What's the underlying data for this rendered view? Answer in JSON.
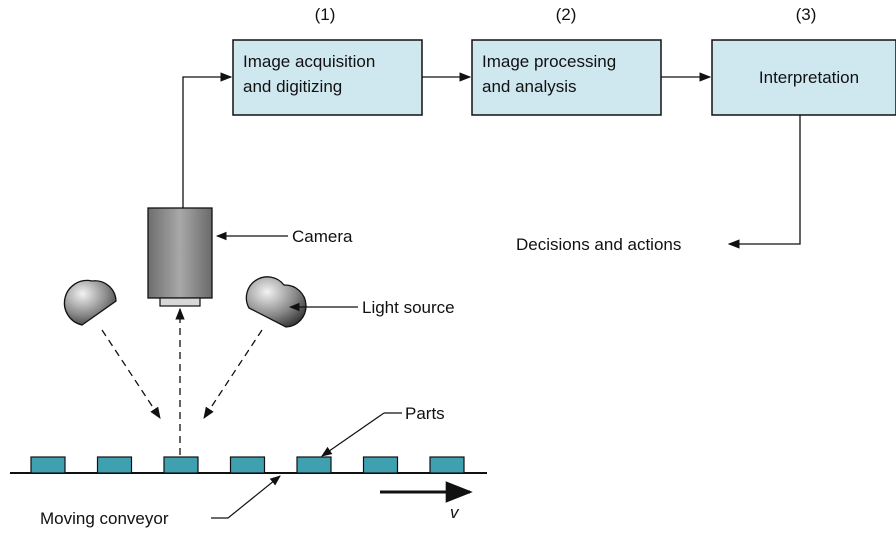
{
  "colors": {
    "box_fill": "#cfe8f0",
    "part_fill": "#3fa0b0",
    "ink": "#111111"
  },
  "steps": [
    {
      "number": "(1)",
      "label_lines": [
        "Image acquisition",
        "and digitizing"
      ]
    },
    {
      "number": "(2)",
      "label_lines": [
        "Image processing",
        "and analysis"
      ]
    },
    {
      "number": "(3)",
      "label_lines": [
        "Interpretation"
      ]
    }
  ],
  "labels": {
    "camera": "Camera",
    "light_source": "Light source",
    "parts": "Parts",
    "conveyor": "Moving conveyor",
    "velocity": "v",
    "output": "Decisions and actions"
  },
  "icons": {
    "camera": "camera-icon",
    "lamp": "lamp-icon"
  },
  "parts_count": 7
}
